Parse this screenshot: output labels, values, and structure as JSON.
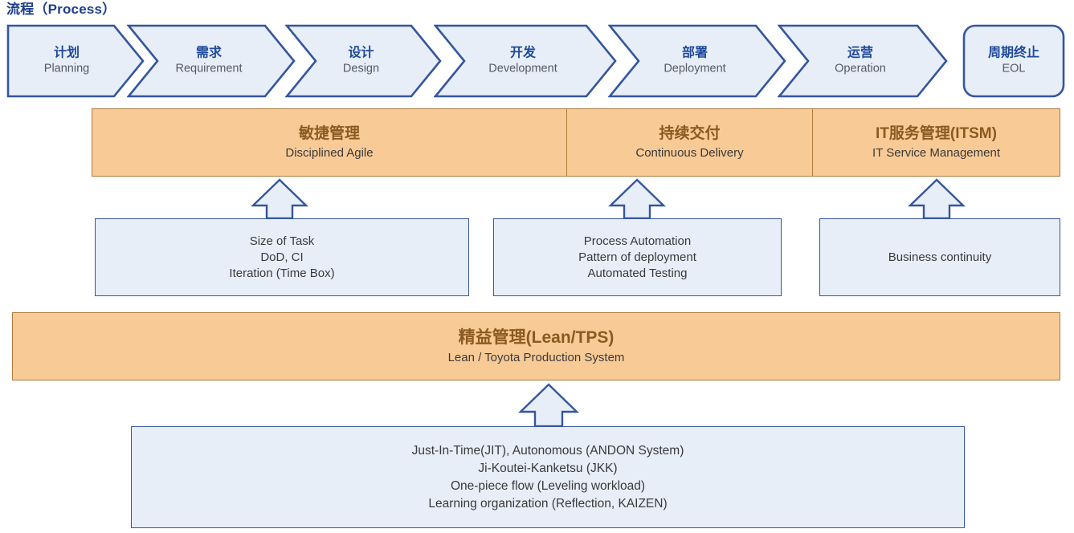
{
  "title": "流程（Process）",
  "colors": {
    "title_blue": "#1F3E8C",
    "chevron_fill": "#E7EEF8",
    "chevron_stroke": "#35569E",
    "chevron_cn_text": "#1F4A9B",
    "orange_fill": "#F8CA96",
    "orange_stroke": "#B07B3E",
    "orange_cn_text": "#8A5A21",
    "box_fill": "#E7EEF8",
    "box_stroke": "#35569E"
  },
  "process": {
    "stages": [
      {
        "cn": "计划",
        "en": "Planning",
        "shape": "first"
      },
      {
        "cn": "需求",
        "en": "Requirement",
        "shape": "arrow"
      },
      {
        "cn": "设计",
        "en": "Design",
        "shape": "arrow"
      },
      {
        "cn": "开发",
        "en": "Development",
        "shape": "arrow"
      },
      {
        "cn": "部署",
        "en": "Deployment",
        "shape": "arrow"
      },
      {
        "cn": "运营",
        "en": "Operation",
        "shape": "arrow"
      },
      {
        "cn": "周期终止",
        "en": "EOL",
        "shape": "rounded"
      }
    ]
  },
  "practices": {
    "cells": [
      {
        "cn": "敏捷管理",
        "en": "Disciplined Agile"
      },
      {
        "cn": "持续交付",
        "en": "Continuous Delivery"
      },
      {
        "cn": "IT服务管理(ITSM)",
        "en": "IT Service Management"
      }
    ]
  },
  "details": {
    "boxes": [
      {
        "lines": [
          "Size of Task",
          "DoD, CI",
          "Iteration (Time Box)"
        ]
      },
      {
        "lines": [
          "Process Automation",
          "Pattern of deployment",
          "Automated Testing"
        ]
      },
      {
        "lines": [
          "Business continuity"
        ]
      }
    ]
  },
  "foundation": {
    "cn": "精益管理(Lean/TPS)",
    "en": "Lean / Toyota Production System"
  },
  "foundation_detail": {
    "lines": [
      "Just-In-Time(JIT), Autonomous (ANDON System)",
      "Ji-Koutei-Kanketsu (JKK)",
      "One-piece flow (Leveling workload)",
      "Learning organization (Reflection, KAIZEN)"
    ]
  }
}
